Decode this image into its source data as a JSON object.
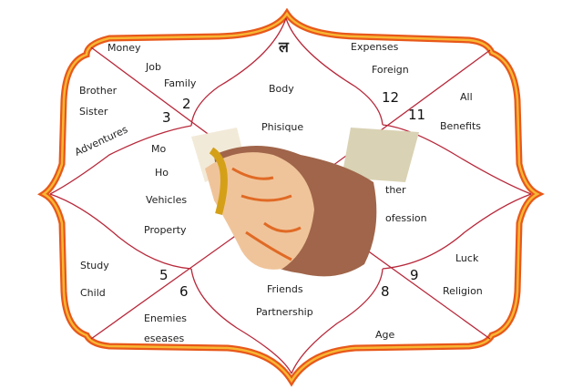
{
  "colors": {
    "border_outer": "#e8581a",
    "border_inner": "#f7b733",
    "lines": "#b8283a",
    "skin_light": "#f0c49a",
    "skin_dark": "#a0654a",
    "henna": "#e06a25",
    "sleeve": "#d9d2b4",
    "gold": "#d4a017"
  },
  "houses": [
    {
      "number": "",
      "symbol": "ल",
      "labels": [
        "Body",
        "Phisique"
      ]
    },
    {
      "number": "2",
      "labels": [
        "Money",
        "Job",
        "Family"
      ]
    },
    {
      "number": "3",
      "labels": [
        "Brother",
        "Sister",
        "Adventures"
      ]
    },
    {
      "number": "",
      "labels": [
        "Mo",
        "Ho",
        "Vehicles",
        "Property"
      ]
    },
    {
      "number": "5",
      "labels": [
        "Study",
        "Child"
      ]
    },
    {
      "number": "6",
      "labels": [
        "Enemies",
        "eseases"
      ]
    },
    {
      "number": "",
      "labels": [
        "Friends",
        "Partnership"
      ]
    },
    {
      "number": "8",
      "labels": [
        "Age"
      ]
    },
    {
      "number": "9",
      "labels": [
        "Luck",
        "Religion"
      ]
    },
    {
      "number": "",
      "labels": [
        "ther",
        "ofession"
      ]
    },
    {
      "number": "11",
      "labels": [
        "All",
        "Benefits"
      ]
    },
    {
      "number": "12",
      "labels": [
        "Expenses",
        "Foreign"
      ]
    }
  ],
  "center_image": "clasped-hands-photo"
}
